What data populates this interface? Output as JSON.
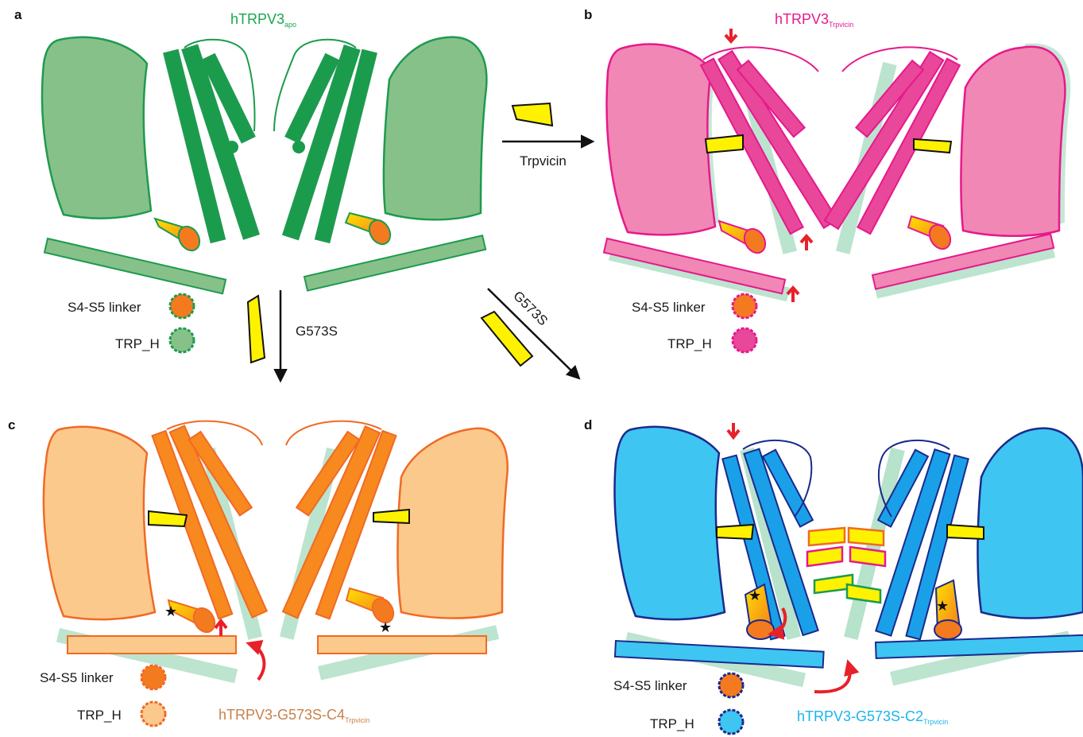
{
  "panels": {
    "a": {
      "letter": "a",
      "title_main": "hTRPV3",
      "title_sub": "apo",
      "linker_label": "S4-S5 linker",
      "trp_label": "TRP_H"
    },
    "b": {
      "letter": "b",
      "title_main": "hTRPV3",
      "title_sub": "Trpvicin",
      "linker_label": "S4-S5 linker",
      "trp_label": "TRP_H"
    },
    "c": {
      "letter": "c",
      "title_main": "hTRPV3-G573S-C4",
      "title_sub": "Trpvicin",
      "linker_label": "S4-S5 linker",
      "trp_label": "TRP_H"
    },
    "d": {
      "letter": "d",
      "title_main": "hTRPV3-G573S-C2",
      "title_sub": "Trpvicin",
      "linker_label": "S4-S5 linker",
      "trp_label": "TRP_H"
    }
  },
  "arrows": {
    "trpvicin": "Trpvicin",
    "g573s_down": "G573S",
    "g573s_diag": "G573S"
  },
  "colors": {
    "apo_fill": "#87c18a",
    "apo_stroke": "#1f9a50",
    "apo_helix": "#1a9c4c",
    "apo_ghost": "#9fd9bb",
    "pink_fill": "#f087b4",
    "pink_stroke": "#e6198c",
    "pink_helix": "#e8479a",
    "orange_fill": "#fbc98c",
    "orange_stroke": "#f06a25",
    "orange_helix": "#f7891e",
    "blue_fill": "#3ec5f2",
    "blue_stroke": "#1a2a8c",
    "blue_helix": "#1aa0e8",
    "ligand": "#fff200",
    "arrow_red": "#e8202a",
    "title_green": "#1aa64f",
    "title_pink": "#e6198c",
    "title_orange": "#c9804a",
    "title_blue": "#1ab4ec"
  }
}
